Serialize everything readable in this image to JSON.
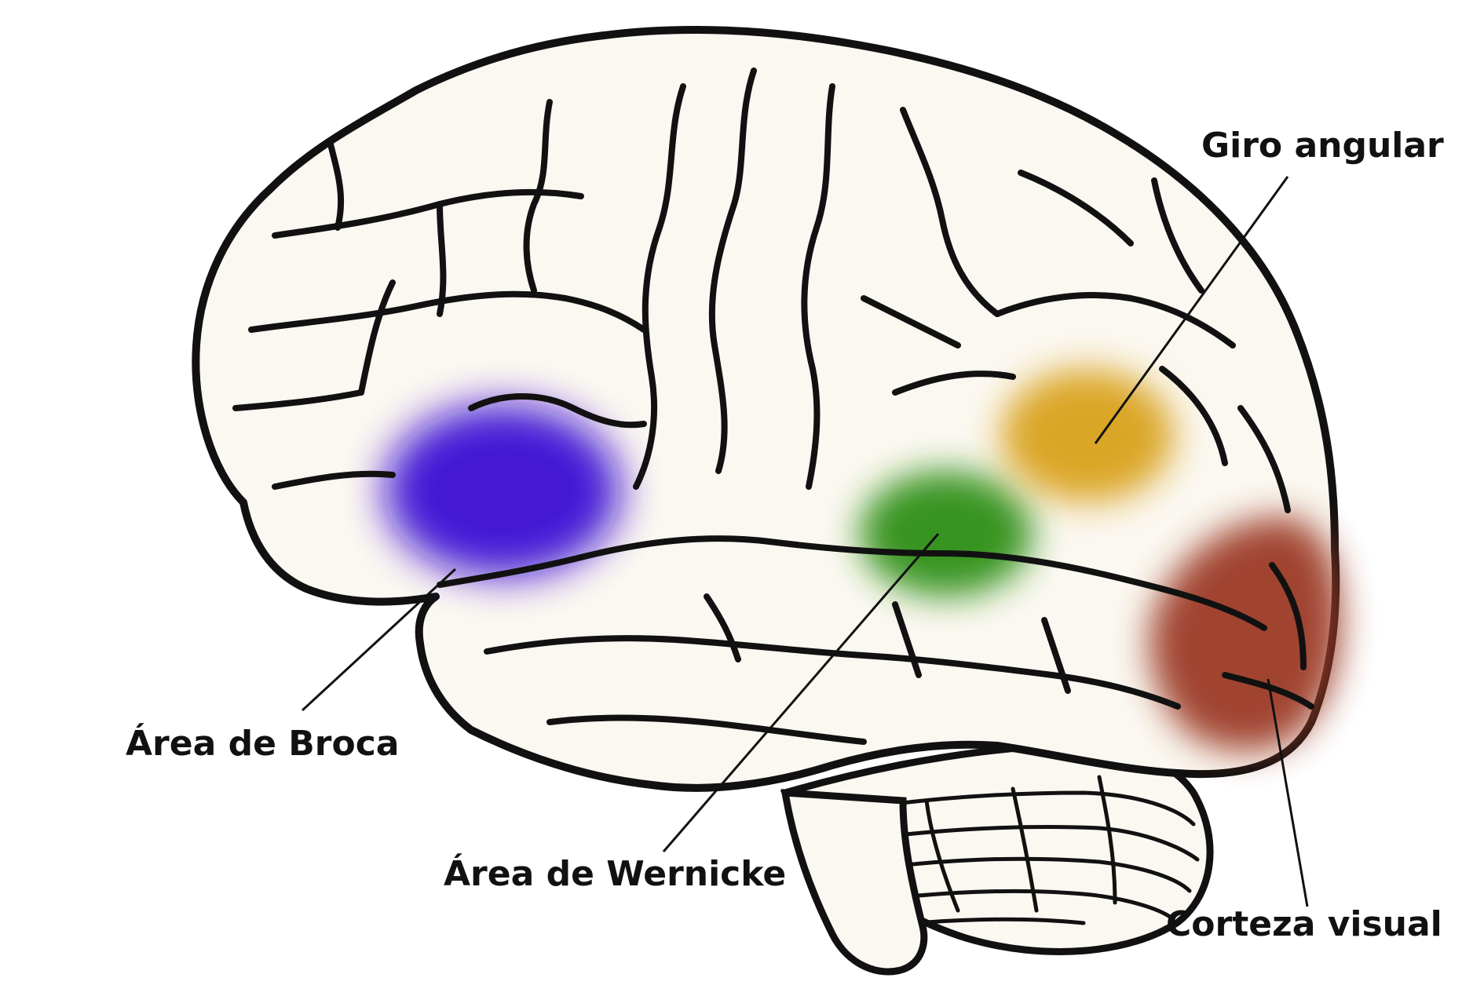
{
  "labels": {
    "broca": "Área de Broca",
    "wernicke": "Área de Wernicke",
    "angular": "Giro angular",
    "visual": "Corteza visual"
  },
  "colors": {
    "broca": "#3a10d4",
    "wernicke": "#2e8f14",
    "angular": "#d9a21c",
    "visual": "#9c3a26",
    "brain_fill": "#fbf8f1",
    "outline": "#111111"
  }
}
